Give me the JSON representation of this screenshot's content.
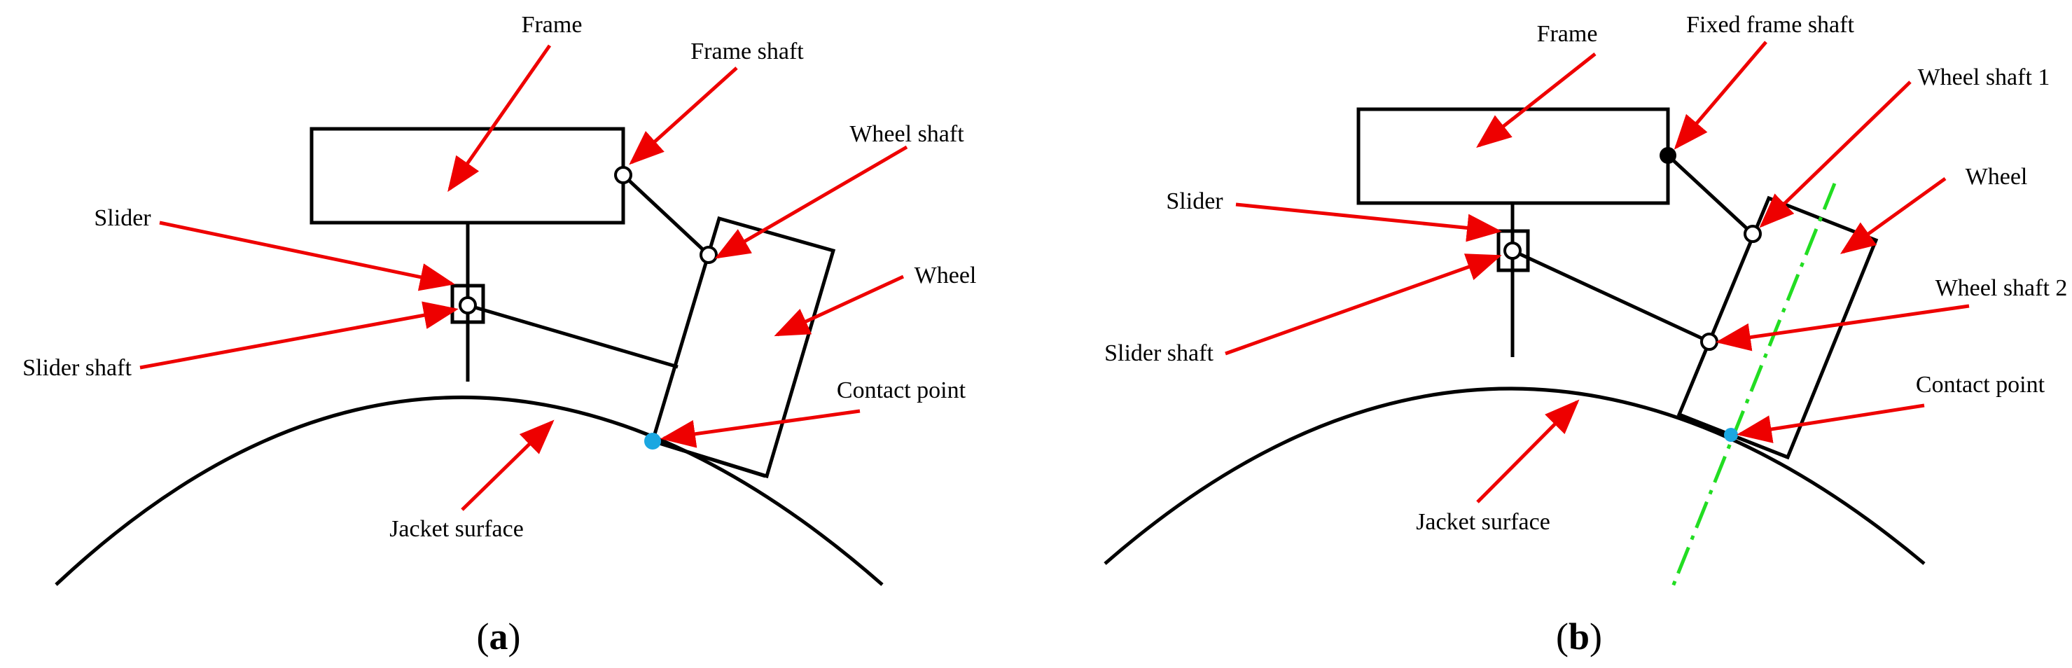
{
  "colors": {
    "outline": "#000000",
    "arrow": "#ee0000",
    "contact_point": "#1ba7e1",
    "centerline": "#22dd22",
    "background": "#ffffff"
  },
  "panel_a": {
    "caption_letter": "a",
    "labels": {
      "frame": "Frame",
      "frame_shaft": "Frame shaft",
      "wheel_shaft": "Wheel shaft",
      "slider": "Slider",
      "wheel": "Wheel",
      "slider_shaft": "Slider shaft",
      "contact_point": "Contact point",
      "jacket_surface": "Jacket surface"
    }
  },
  "panel_b": {
    "caption_letter": "b",
    "labels": {
      "frame": "Frame",
      "fixed_frame_shaft": "Fixed frame shaft",
      "wheel_shaft_1": "Wheel shaft 1",
      "wheel": "Wheel",
      "slider": "Slider",
      "wheel_shaft_2": "Wheel shaft 2",
      "slider_shaft": "Slider shaft",
      "contact_point": "Contact point",
      "jacket_surface": "Jacket surface"
    }
  }
}
